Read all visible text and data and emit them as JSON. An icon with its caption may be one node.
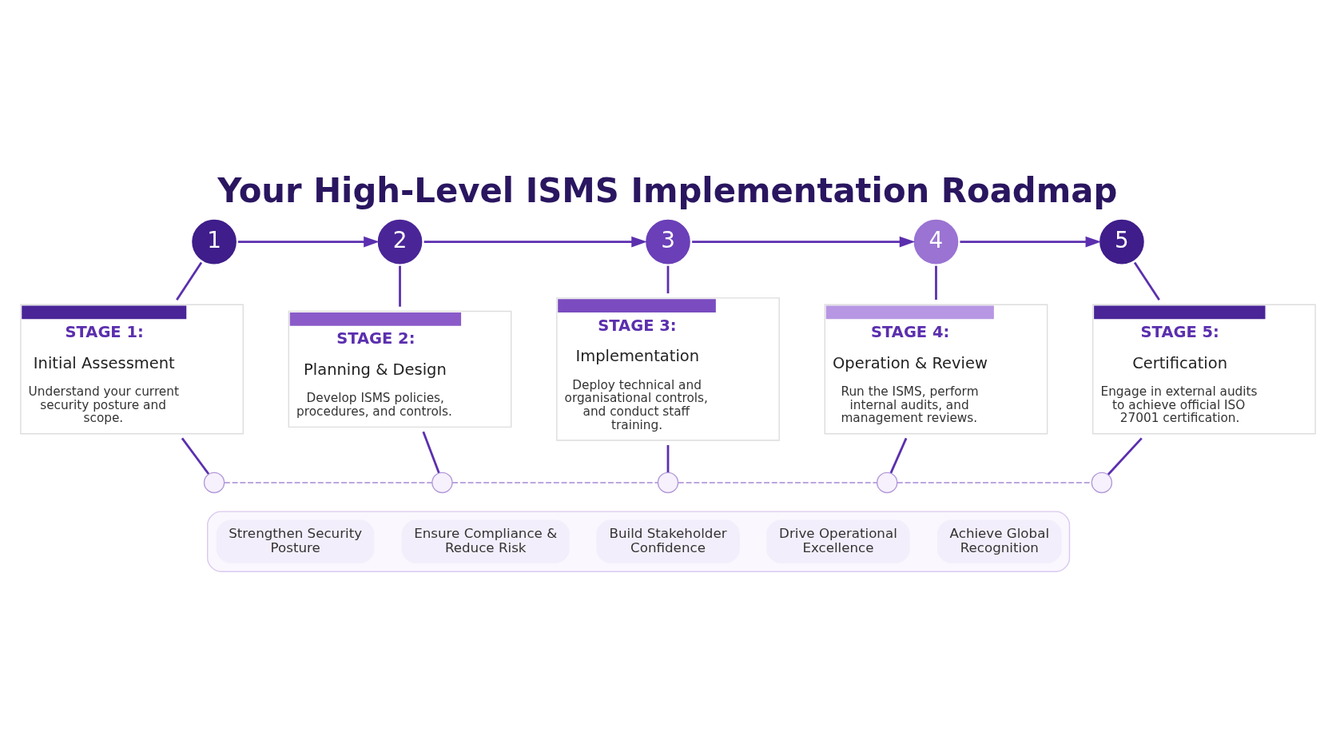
{
  "diagram": {
    "title": "Your High-Level ISMS Implementation Roadmap",
    "nodes": [
      {
        "text": [
          "1"
        ]
      },
      {
        "text": [
          "2"
        ]
      },
      {
        "text": [
          "3"
        ]
      },
      {
        "text": [
          "4"
        ]
      },
      {
        "text": [
          "5"
        ]
      },
      {
        "text": [
          "STAGE 1:",
          "Initial Assessment",
          "Understand your current security posture and scope."
        ]
      },
      {
        "text": [
          "STAGE 2:",
          "Planning & Design",
          "Develop ISMS policies, procedures, and controls."
        ]
      },
      {
        "text": [
          "STAGE 3:",
          "Implementation",
          "Deploy technical and organisational controls, and conduct staff training."
        ]
      },
      {
        "text": [
          "STAGE 4:",
          "Operation & Review",
          "Run the ISMS, perform internal audits, and management reviews."
        ]
      },
      {
        "text": [
          "STAGE 5:",
          "Certification",
          "Engage in external audits to achieve official ISO 27001 certification."
        ]
      },
      {
        "text": [],
        "shape": "circle"
      },
      {
        "text": [],
        "shape": "circle"
      },
      {
        "text": [],
        "shape": "circle"
      },
      {
        "text": [],
        "shape": "circle"
      },
      {
        "text": [],
        "shape": "circle"
      },
      {
        "text": [],
        "shape": "box"
      },
      {
        "text": [
          "Strengthen Security Posture"
        ],
        "in": 15
      },
      {
        "text": [
          "Ensure Compliance & Reduce Risk"
        ],
        "in": 15
      },
      {
        "text": [
          "Build Stakeholder Confidence"
        ],
        "in": 15
      },
      {
        "text": [
          "Drive Operational Excellence"
        ],
        "in": 15
      },
      {
        "text": [
          "Achieve Global Recognition"
        ],
        "in": 15
      }
    ],
    "edges": [
      {
        "from": 0,
        "to": 1,
        "arrow": "to"
      },
      {
        "from": 1,
        "to": 2,
        "arrow": "to"
      },
      {
        "from": 2,
        "to": 3,
        "arrow": "to"
      },
      {
        "from": 3,
        "to": 4,
        "arrow": "to"
      },
      {
        "from": 0,
        "to": 5,
        "arrow": "none"
      },
      {
        "from": 1,
        "to": 6,
        "arrow": "none"
      },
      {
        "from": 2,
        "to": 7,
        "arrow": "none"
      },
      {
        "from": 3,
        "to": 8,
        "arrow": "none"
      },
      {
        "from": 4,
        "to": 9,
        "arrow": "none"
      },
      {
        "from": 5,
        "to": 10,
        "arrow": "none"
      },
      {
        "from": 6,
        "to": 11,
        "arrow": "none"
      },
      {
        "from": 7,
        "to": 12,
        "arrow": "none"
      },
      {
        "from": 8,
        "to": 13,
        "arrow": "none"
      },
      {
        "from": 9,
        "to": 14,
        "arrow": "none"
      },
      {
        "from": 10,
        "to": 11,
        "arrow": "none",
        "style": "dashed",
        "color": "#a88ad6"
      },
      {
        "from": 11,
        "to": 12,
        "arrow": "none",
        "style": "dashed",
        "color": "#a88ad6"
      },
      {
        "from": 12,
        "to": 13,
        "arrow": "none",
        "style": "dashed",
        "color": "#a88ad6"
      },
      {
        "from": 13,
        "to": 14,
        "arrow": "none",
        "style": "dashed",
        "color": "#a88ad6"
      }
    ]
  }
}
